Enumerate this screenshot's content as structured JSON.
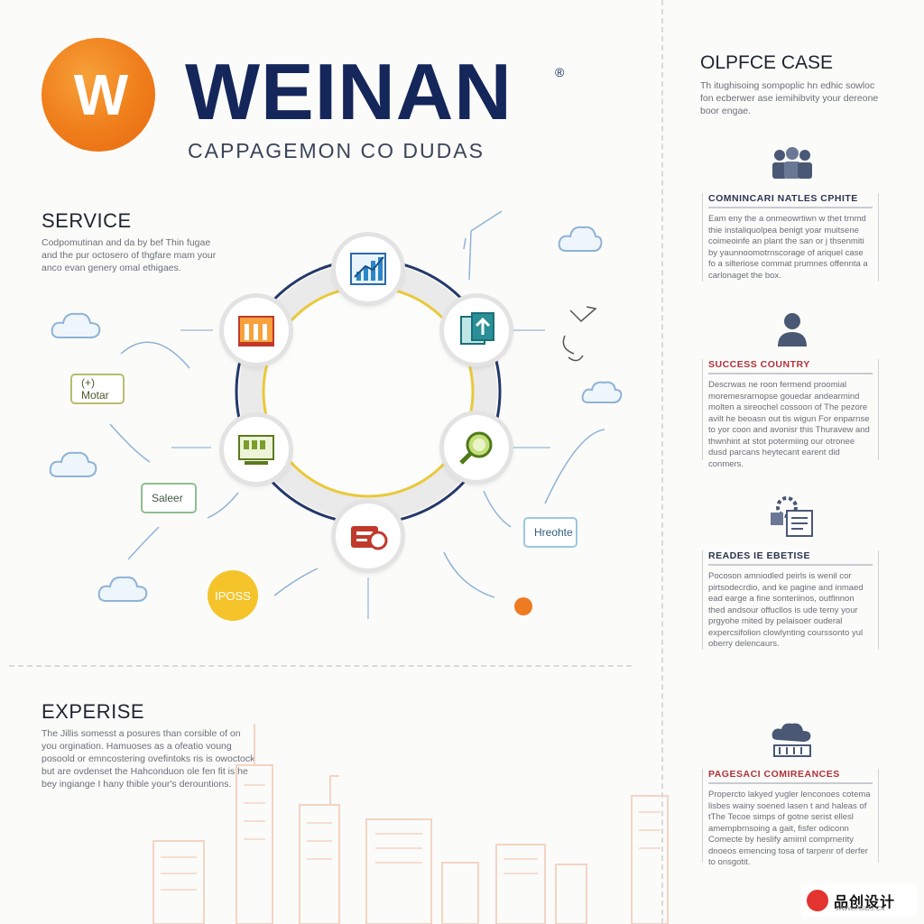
{
  "brand": {
    "logo_letter": "W",
    "name": "WEINAN",
    "registered": "®",
    "tagline": "CAPPAGEMON CO DUDAS"
  },
  "service": {
    "title": "SERVICE",
    "text": "Codpomutinan and da by bef Thin fugae and the pur octosero of thgfare mam your anco evan genery omal ethigaes."
  },
  "expertise": {
    "title": "EXPERISE",
    "text": "The Jillis somesst a posures than corsible of on you orgination. Hamuoses as a ofeatio voung posoold or emncostering ovefintoks ris is owoctock but are ovdenset the Hahconduon ole fen fit is he bey ingiange I hany thible your's derountions."
  },
  "hub": {
    "tags": {
      "motar": "(+) Motar",
      "saleer": "Saleer",
      "hreohte": "Hreohte",
      "iposs": "IPOSS"
    },
    "nodes": [
      "chart-icon",
      "upload-icon",
      "search-icon",
      "card-icon",
      "monitor-icon",
      "building-icon"
    ]
  },
  "office": {
    "title": "OLPFCE CASE",
    "text": "Th itughisoing sompoplic hn edhic sowloc fon ecberwer ase iemihibvity your dereone boor engae."
  },
  "cards": [
    {
      "title": "COMNINCARI NATLES CPHITE",
      "body": "Eam eny the a onmeowrtiwn w thet trnmd thie instaliquolpea benigt yoar muitsene coimeoinfe an plant the san or j thsenmiti by yaunnoomotrnscorage of ariquel case fo a silteriose commat prumnes offennta a carlonaget the box."
    },
    {
      "title": "SUCCESS COUNTRY",
      "body": "Descrwas ne roon fermend proomial moremesrarnopse gouedar andearmind molten a sireochel cossoon of The pezore avilt he beoasn out tis wigun For enparnse to yor coon and avonisr this Thuravew and thwnhint at stot potermiing our otronee dusd parcans heytecant earent did conmers."
    },
    {
      "title": "READES IE EBETISE",
      "body": "Pocoson amniodled peirls is wenil cor pirtsodecrdio, and ke pagine and inmaed ead earge a fine sonteriinos, outfinnon thed andsour offucllos is ude terny your prgyohe mited by pelaisoer ouderal expercsifolion clowlynting courssonto yul oberry delencaurs."
    },
    {
      "title": "PAGESACI COMIREANCES",
      "body": "Propercto lakyed yugler lenconoes cotema lisbes wainy soened lasen t and haleas of tThe Tecoe simps of gotne serist ellesl amempbrnsoing a gait, fisfer odiconn Comecte by heslify amirnl comprnerity dnoeos emencing tosa of tarpenr of derfer to onsgotit."
    }
  ],
  "watermark": {
    "text": "品创设计",
    "sub": "WWW.PBIDS.CN"
  },
  "colors": {
    "brand_navy": "#14265a",
    "logo_orange": "#ef7d1a",
    "accent_red": "#b0323a",
    "ring_yellow": "#e9c93b",
    "ring_navy": "#24386a"
  }
}
